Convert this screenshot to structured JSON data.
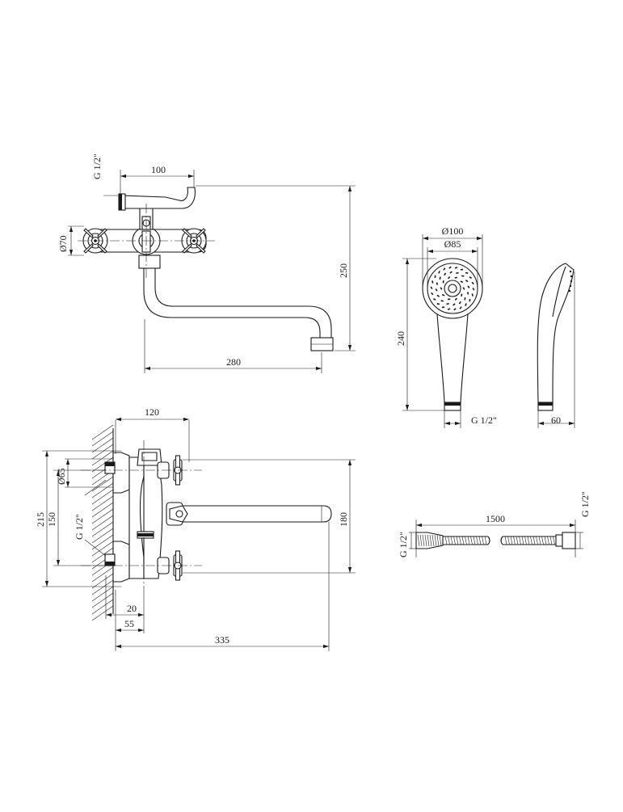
{
  "drawing": {
    "top_view": {
      "thread": "G 1/2\"",
      "spout_height": "100",
      "handle_diameter": "Ø70",
      "height": "250",
      "spout_reach": "280"
    },
    "hand_shower": {
      "head_diameter_outer": "Ø100",
      "head_diameter_inner": "Ø85",
      "length": "240",
      "thread": "G 1/2\"",
      "depth": "60"
    },
    "side_view": {
      "projection": "120",
      "flange_diameter": "Ø65",
      "total_height": "215",
      "inlet_spacing": "150",
      "thread": "G 1/2\"",
      "wall_offset_small": "20",
      "wall_offset": "55",
      "spout_length": "335",
      "spout_height": "180"
    },
    "hose": {
      "length": "1500",
      "thread_left": "G 1/2\"",
      "thread_right": "G 1/2\""
    }
  }
}
